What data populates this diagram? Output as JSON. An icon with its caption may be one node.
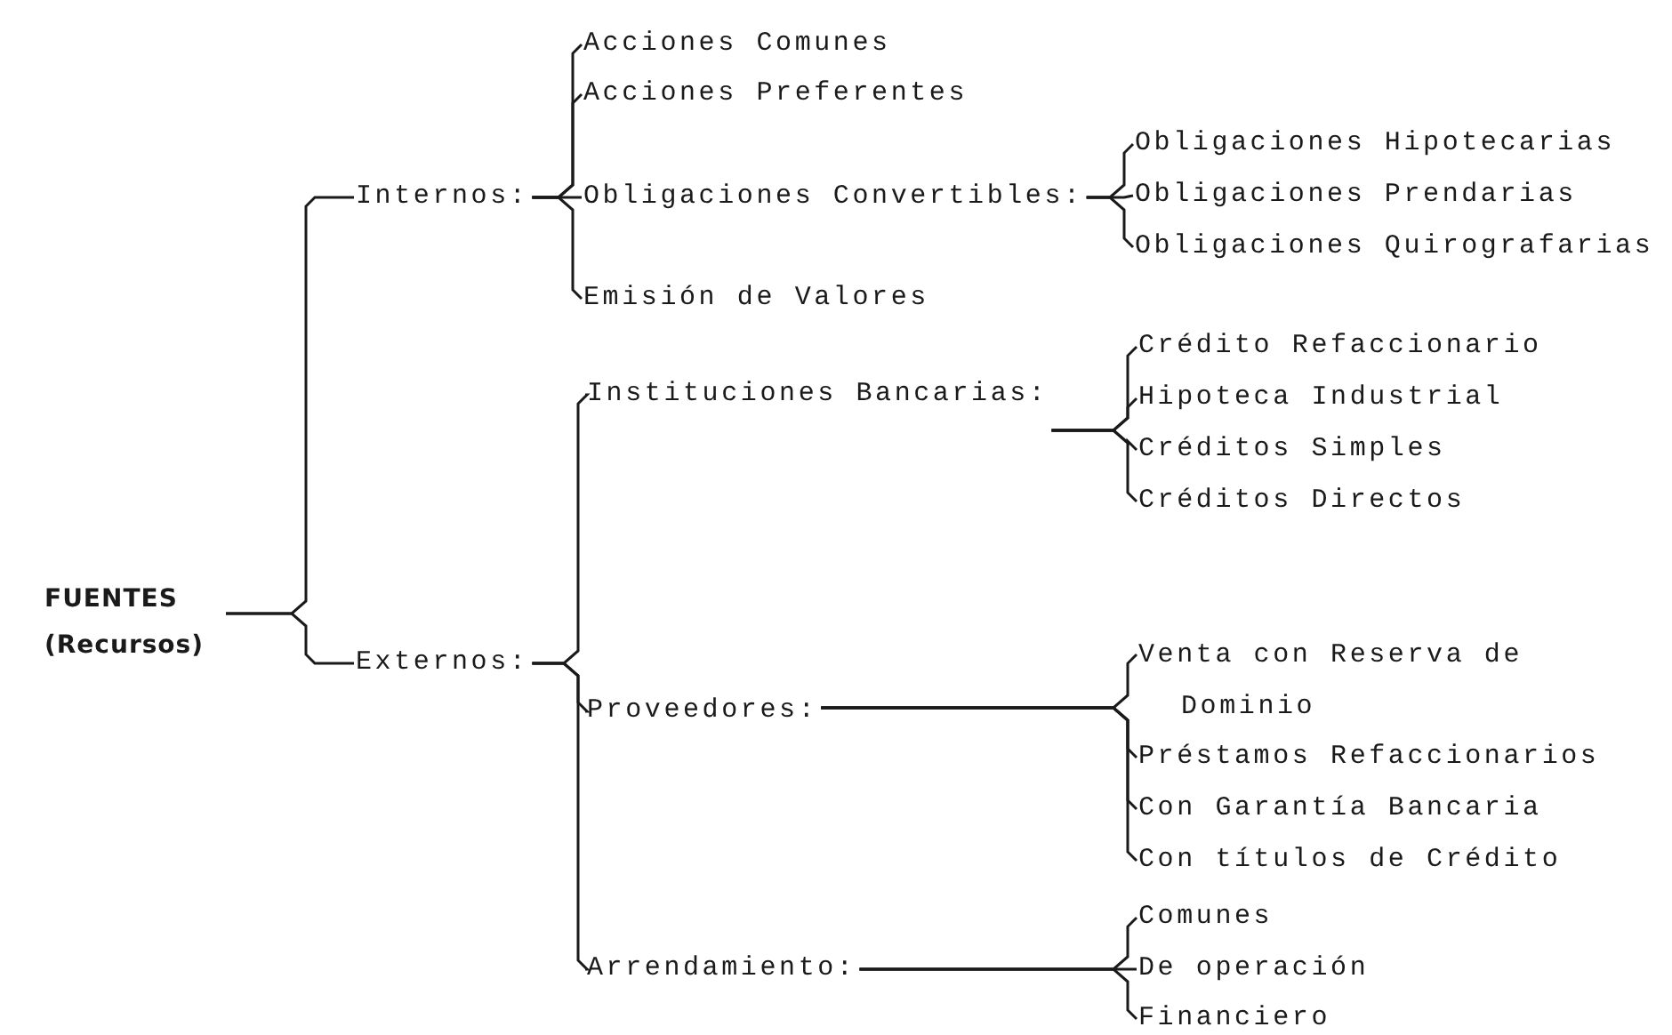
{
  "diagram": {
    "nodes": [
      {
        "text": [
          "FUENTES (Recursos)"
        ]
      },
      {
        "text": [
          "Internos:"
        ]
      },
      {
        "text": [
          "Acciones Comunes"
        ]
      },
      {
        "text": [
          "Acciones Preferentes"
        ]
      },
      {
        "text": [
          "Obligaciones Convertibles:"
        ]
      },
      {
        "text": [
          "Obligaciones Hipotecarias"
        ]
      },
      {
        "text": [
          "Obligaciones Prendarias"
        ]
      },
      {
        "text": [
          "Obligaciones Quirografarias"
        ]
      },
      {
        "text": [
          "Emisión de Valores"
        ]
      },
      {
        "text": [
          "Externos:"
        ]
      },
      {
        "text": [
          "Instituciones Bancarias:"
        ]
      },
      {
        "text": [
          "Crédito Refaccionario"
        ]
      },
      {
        "text": [
          "Hipoteca Industrial"
        ]
      },
      {
        "text": [
          "Créditos Simples"
        ]
      },
      {
        "text": [
          "Créditos Directos"
        ]
      },
      {
        "text": [
          "Proveedores:"
        ]
      },
      {
        "text": [
          "Venta con Reserva de Dominio"
        ]
      },
      {
        "text": [
          "Préstamos Refaccionarios"
        ]
      },
      {
        "text": [
          "Con Garantía Bancaria"
        ]
      },
      {
        "text": [
          "Con títulos de Crédito"
        ]
      },
      {
        "text": [
          "Arrendamiento:"
        ]
      },
      {
        "text": [
          "Comunes"
        ]
      },
      {
        "text": [
          "De operación"
        ]
      },
      {
        "text": [
          "Financiero"
        ]
      }
    ],
    "edges": [
      {
        "from": 0,
        "to": 1,
        "arrow": "none"
      },
      {
        "from": 0,
        "to": 9,
        "arrow": "none"
      },
      {
        "from": 1,
        "to": 2,
        "arrow": "none"
      },
      {
        "from": 1,
        "to": 3,
        "arrow": "none"
      },
      {
        "from": 1,
        "to": 4,
        "arrow": "none"
      },
      {
        "from": 1,
        "to": 8,
        "arrow": "none"
      },
      {
        "from": 4,
        "to": 5,
        "arrow": "none"
      },
      {
        "from": 4,
        "to": 6,
        "arrow": "none"
      },
      {
        "from": 4,
        "to": 7,
        "arrow": "none"
      },
      {
        "from": 9,
        "to": 10,
        "arrow": "none"
      },
      {
        "from": 9,
        "to": 15,
        "arrow": "none"
      },
      {
        "from": 9,
        "to": 20,
        "arrow": "none"
      },
      {
        "from": 10,
        "to": 11,
        "arrow": "none"
      },
      {
        "from": 10,
        "to": 12,
        "arrow": "none"
      },
      {
        "from": 10,
        "to": 13,
        "arrow": "none"
      },
      {
        "from": 10,
        "to": 14,
        "arrow": "none"
      },
      {
        "from": 15,
        "to": 16,
        "arrow": "none"
      },
      {
        "from": 15,
        "to": 17,
        "arrow": "none"
      },
      {
        "from": 15,
        "to": 18,
        "arrow": "none"
      },
      {
        "from": 15,
        "to": 19,
        "arrow": "none"
      },
      {
        "from": 20,
        "to": 21,
        "arrow": "none"
      },
      {
        "from": 20,
        "to": 22,
        "arrow": "none"
      },
      {
        "from": 20,
        "to": 23,
        "arrow": "none"
      }
    ]
  }
}
